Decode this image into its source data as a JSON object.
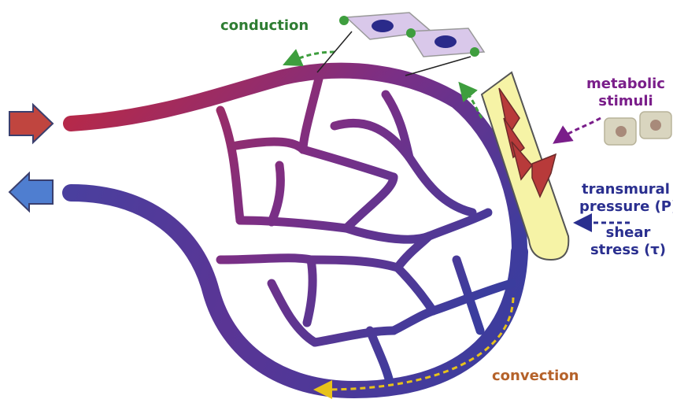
{
  "labels": {
    "conduction": "conduction",
    "metabolic_line1": "metabolic",
    "metabolic_line2": "stimuli",
    "transmural_line1": "transmural",
    "transmural_line2": "pressure (P)",
    "shear_line1": "shear",
    "shear_line2": "stress (τ)",
    "convection": "convection"
  },
  "colors": {
    "arterial": "#b5294a",
    "venous": "#3b3d9e",
    "arrow_in": "#c0453f",
    "arrow_out": "#4f7ed0",
    "conduction_text": "#2e7d32",
    "conduction_arrow": "#3e9e3e",
    "metabolic_text": "#7a1e8a",
    "pressure_text": "#2a2f8f",
    "convection_text": "#b5622a",
    "convection_arrow": "#e8c21a",
    "vessel_wall_fill": "#f6f3a6",
    "smooth_muscle": "#b83a3a",
    "endothelial_cell": "#d9c8ea",
    "nucleus": "#2a2a8a",
    "tissue_cell": "#d9d5bf"
  }
}
